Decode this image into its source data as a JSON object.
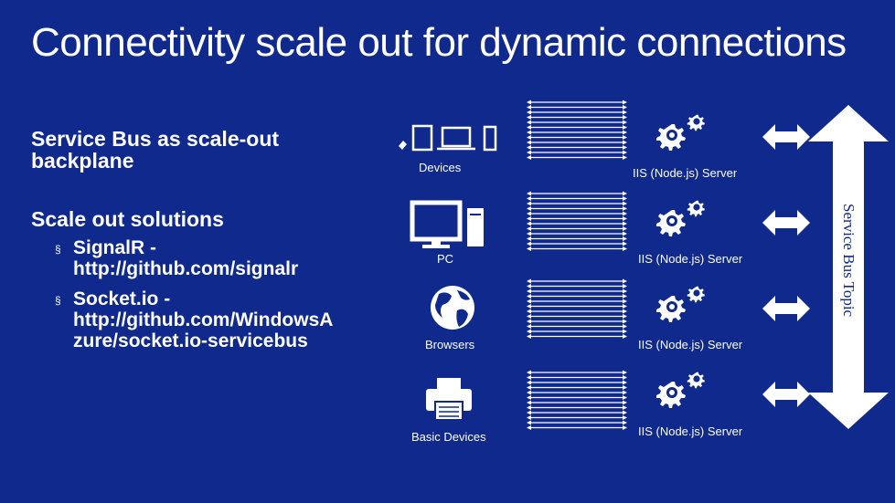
{
  "slide": {
    "title": "Connectivity scale out for dynamic connections"
  },
  "left": {
    "heading1_line1": "Service Bus as scale-out",
    "heading1_line2": "backplane",
    "heading2": "Scale out solutions",
    "bullet_mark": "§",
    "bullet1_line1": "SignalR -",
    "bullet1_line2": "http://github.com/signalr",
    "bullet2_line1": "Socket.io -",
    "bullet2_line2": "http://github.com/WindowsA",
    "bullet2_line3": "zure/socket.io-servicebus"
  },
  "clients": [
    {
      "label": "Devices",
      "icon": "devices-icon"
    },
    {
      "label": "PC",
      "icon": "pc-icon"
    },
    {
      "label": "Browsers",
      "icon": "globe-icon"
    },
    {
      "label": "Basic Devices",
      "icon": "printer-icon"
    }
  ],
  "servers": [
    {
      "label": "IIS (Node.js) Server",
      "icon": "gears-icon"
    },
    {
      "label": "IIS (Node.js) Server",
      "icon": "gears-icon"
    },
    {
      "label": "IIS (Node.js) Server",
      "icon": "gears-icon"
    },
    {
      "label": "IIS (Node.js) Server",
      "icon": "gears-icon"
    }
  ],
  "topic": {
    "label": "Service Bus Topic"
  },
  "colors": {
    "background": "#0f2a8c",
    "foreground": "#ffffff"
  }
}
